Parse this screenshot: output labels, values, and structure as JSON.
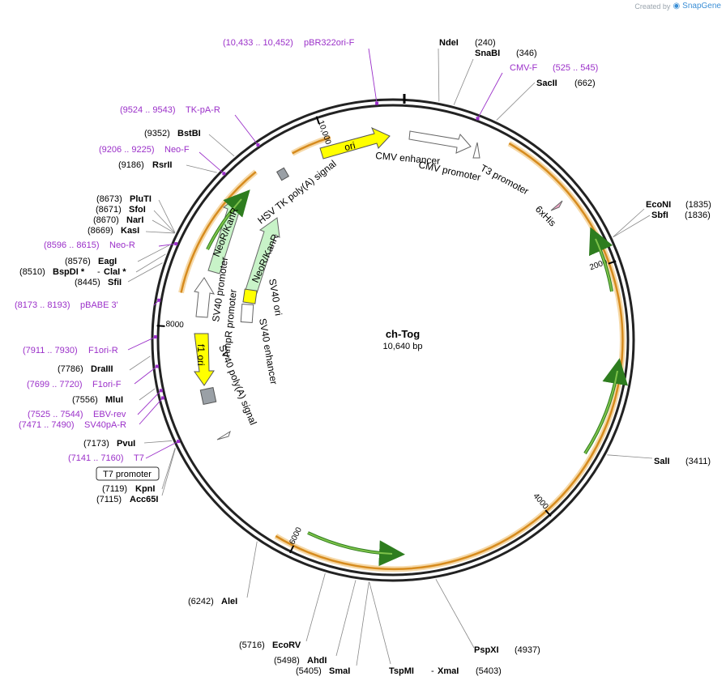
{
  "watermark": {
    "prefix": "Created by",
    "brand": "SnapGene"
  },
  "map": {
    "name": "ch-Tog",
    "length": "10,640 bp",
    "length_bp": 10640
  },
  "scale_ticks": [
    {
      "bp": 2000,
      "label": "2000"
    },
    {
      "bp": 4000,
      "label": "4000"
    },
    {
      "bp": 6000,
      "label": "6000"
    },
    {
      "bp": 8000,
      "label": "8000"
    },
    {
      "bp": 10000,
      "label": "10,000"
    }
  ],
  "sites": [
    {
      "id": "ndei",
      "name": "NdeI",
      "pos": "(240)",
      "bp": 240
    },
    {
      "id": "snabi",
      "name": "SnaBI",
      "pos": "(346)",
      "bp": 346
    },
    {
      "id": "sacii",
      "name": "SacII",
      "pos": "(662)",
      "bp": 662
    },
    {
      "id": "econi",
      "name": "EcoNI",
      "pos": "(1835)",
      "bp": 1835
    },
    {
      "id": "sbfi",
      "name": "SbfI",
      "pos": "(1836)",
      "bp": 1836
    },
    {
      "id": "sali",
      "name": "SalI",
      "pos": "(3411)",
      "bp": 3411
    },
    {
      "id": "pspxi",
      "name": "PspXI",
      "pos": "(4937)",
      "bp": 4937
    },
    {
      "id": "tspmi",
      "name": "TspMI",
      "name2": "XmaI",
      "sep": "-",
      "pos": "(5403)",
      "bp": 5403
    },
    {
      "id": "smai",
      "name": "SmaI",
      "pos": "(5405)",
      "bp": 5405
    },
    {
      "id": "ahdi",
      "name": "AhdI",
      "pos": "(5498)",
      "bp": 5498
    },
    {
      "id": "ecorv",
      "name": "EcoRV",
      "pos": "(5716)",
      "bp": 5716
    },
    {
      "id": "alei",
      "name": "AleI",
      "pos": "(6242)",
      "bp": 6242
    },
    {
      "id": "acc65i",
      "name": "Acc65I",
      "pos": "(7115)",
      "bp": 7115
    },
    {
      "id": "kpni",
      "name": "KpnI",
      "pos": "(7119)",
      "bp": 7119
    },
    {
      "id": "pvui",
      "name": "PvuI",
      "pos": "(7173)",
      "bp": 7173
    },
    {
      "id": "mlui",
      "name": "MluI",
      "pos": "(7556)",
      "bp": 7556
    },
    {
      "id": "draiii",
      "name": "DraIII",
      "pos": "(7786)",
      "bp": 7786
    },
    {
      "id": "sfii",
      "name": "SfiI",
      "pos": "(8445)",
      "bp": 8445
    },
    {
      "id": "bspdi",
      "name": "BspDI *",
      "name2": "ClaI *",
      "sep": "-",
      "pos": "(8510)",
      "bp": 8510
    },
    {
      "id": "eagi",
      "name": "EagI",
      "pos": "(8576)",
      "bp": 8576
    },
    {
      "id": "kasi",
      "name": "KasI",
      "pos": "(8669)",
      "bp": 8669
    },
    {
      "id": "nari",
      "name": "NarI",
      "pos": "(8670)",
      "bp": 8670
    },
    {
      "id": "sfoi",
      "name": "SfoI",
      "pos": "(8671)",
      "bp": 8671
    },
    {
      "id": "pluti",
      "name": "PluTI",
      "pos": "(8673)",
      "bp": 8673
    },
    {
      "id": "rsrii",
      "name": "RsrII",
      "pos": "(9186)",
      "bp": 9186
    },
    {
      "id": "bstbi",
      "name": "BstBI",
      "pos": "(9352)",
      "bp": 9352
    }
  ],
  "primers": [
    {
      "id": "pbr322ori-f",
      "range": "(10,433 .. 10,452)",
      "name": "pBR322ori-F",
      "bp": 10442
    },
    {
      "id": "cmv-f",
      "range": "(525 .. 545)",
      "name": "CMV-F",
      "bp": 535
    },
    {
      "id": "tk-pa-r",
      "range": "(9524 .. 9543)",
      "name": "TK-pA-R",
      "bp": 9533
    },
    {
      "id": "neo-f",
      "range": "(9206 .. 9225)",
      "name": "Neo-F",
      "bp": 9215
    },
    {
      "id": "neo-r",
      "range": "(8596 .. 8615)",
      "name": "Neo-R",
      "bp": 8605
    },
    {
      "id": "pbabe-3",
      "range": "(8173 .. 8193)",
      "name": "pBABE 3'",
      "bp": 8183
    },
    {
      "id": "f1ori-r",
      "range": "(7911 .. 7930)",
      "name": "F1ori-R",
      "bp": 7920
    },
    {
      "id": "f1ori-f",
      "range": "(7699 .. 7720)",
      "name": "F1ori-F",
      "bp": 7709
    },
    {
      "id": "ebv-rev",
      "range": "(7525 .. 7544)",
      "name": "EBV-rev",
      "bp": 7534
    },
    {
      "id": "sv40pa-r",
      "range": "(7471 .. 7490)",
      "name": "SV40pA-R",
      "bp": 7480
    },
    {
      "id": "t7",
      "range": "(7141 .. 7160)",
      "name": "T7",
      "bp": 7150
    }
  ],
  "boxed_labels": [
    {
      "id": "t7-promoter",
      "text": "T7 promoter"
    }
  ],
  "features": [
    {
      "id": "ori",
      "text": "ori"
    },
    {
      "id": "cmv-enhancer",
      "text": "CMV enhancer"
    },
    {
      "id": "cmv-promoter",
      "text": "CMV promoter"
    },
    {
      "id": "t3-promoter",
      "text": "T3 promoter"
    },
    {
      "id": "6xhis",
      "text": "6xHis"
    },
    {
      "id": "hsv-tk",
      "text": "HSV TK poly(A) signal"
    },
    {
      "id": "neokanr-outer",
      "text": "NeoR/KanR"
    },
    {
      "id": "neokanr-inner",
      "text": "NeoR/KanR"
    },
    {
      "id": "sv40-promoter",
      "text": "SV40 promoter"
    },
    {
      "id": "ampr-promoter",
      "text": "AmpR promoter"
    },
    {
      "id": "sv40-ori",
      "text": "SV40 ori"
    },
    {
      "id": "sv40-enhancer",
      "text": "SV40 enhancer"
    },
    {
      "id": "f1-ori",
      "text": "f1 ori"
    },
    {
      "id": "sv40-polya",
      "text": "SV40 poly(A) signal"
    }
  ],
  "colors": {
    "backbone": "#222222",
    "enzyme": "#000000",
    "primer": "#9b30c9",
    "insert_orange": "#d68b1e",
    "insert_halo": "#f6d9a8",
    "cds_green": "#7ec24a",
    "neo_fill": "#c8f3c8",
    "ori_yellow": "#ffff00",
    "brand_blue": "#3b8fd6"
  }
}
